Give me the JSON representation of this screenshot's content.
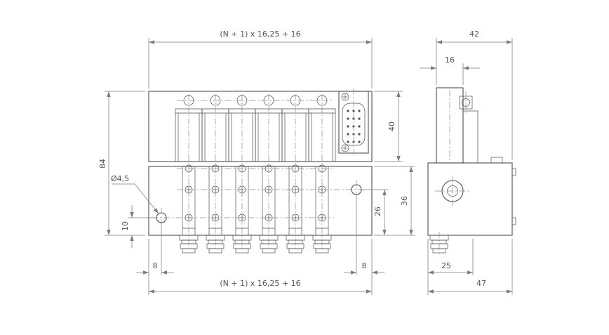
{
  "colors": {
    "line": "#4f4f4f",
    "dim": "#7d7d7d",
    "center": "#8d8d8d",
    "text": "#555555",
    "background": "#ffffff"
  },
  "dims": {
    "front_width_top": "(N + 1) x 16,25 + 16",
    "front_width_bottom": "(N + 1) x 16,25 + 16",
    "front_total_height": "84",
    "upper_body_height": "40",
    "lower_body_height": "36",
    "side_port_height": "26",
    "mount_hole_height": "10",
    "mount_hole_diameter": "Ø4,5",
    "mount_hole_left_offset": "8",
    "mount_hole_right_offset": "8",
    "side_total_depth_top": "42",
    "valve_slice_width": "16",
    "side_fitting_offset": "25",
    "side_total_depth_bottom": "47"
  }
}
